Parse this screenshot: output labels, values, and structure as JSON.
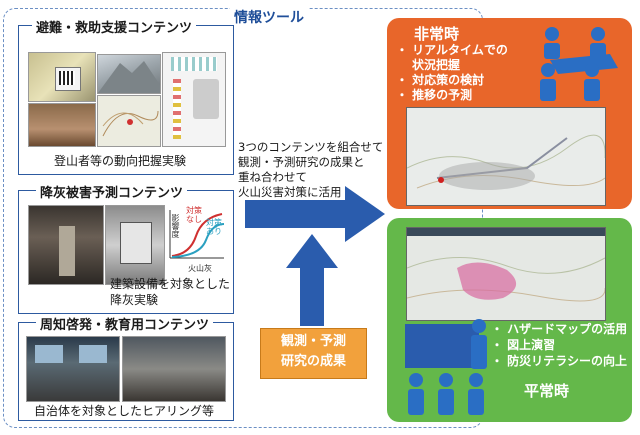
{
  "header": {
    "title": "情報ツール"
  },
  "sections": [
    {
      "title": "避難・救助支援コンテンツ",
      "caption": "登山者等の動向把握実験"
    },
    {
      "title": "降灰被害予測コンテンツ",
      "caption_lines": [
        "建築設備を対象とした",
        "降灰実験"
      ],
      "graph": {
        "ylabel": "影響度",
        "xlabel": "火山灰",
        "curve1": "対策なし",
        "curve2": "対策あり"
      }
    },
    {
      "title": "周知啓発・教育用コンテンツ",
      "caption": "自治体を対象としたヒアリング等"
    }
  ],
  "center": {
    "text_lines": [
      "3つのコンテンツを組合せて",
      "観測・予測研究の成果と",
      "重ね合わせて",
      "火山災害対策に活用"
    ],
    "label_lines": [
      "観測・予測",
      "研究の成果"
    ]
  },
  "emergency": {
    "title": "非常時",
    "bullets": [
      "・ リアルタイムでの",
      "状況把握",
      "・ 対応策の検討",
      "・ 推移の予測"
    ]
  },
  "normal": {
    "title": "平常時",
    "bullets": [
      "・ ハザードマップの活用",
      "・ 図上演習",
      "・ 防災リテラシーの向上"
    ]
  },
  "colors": {
    "emergency": "#e8662a",
    "normal": "#64b84a",
    "arrow": "#2a5cad",
    "label": "#f2a13c"
  }
}
